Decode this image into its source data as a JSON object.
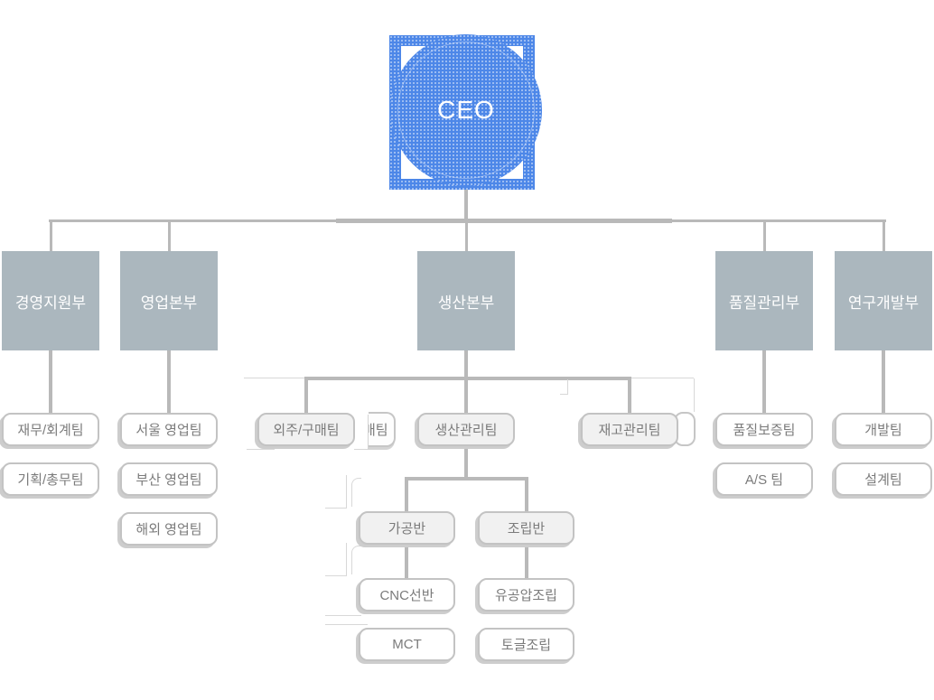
{
  "colors": {
    "accent_blue": "#4d87e8",
    "department_fill": "#abb7be",
    "connector_gray": "#b9b9b9",
    "artifact_line_gray": "#d8d8d8",
    "team_border": "#c3c3c3",
    "team_text": "#7b7b7b",
    "team_gray_fill": "#f1f1f1"
  },
  "org": {
    "root": {
      "label": "CEO"
    },
    "departments": [
      {
        "name": "management-support",
        "label": "경영지원부",
        "teams": [
          {
            "name": "finance-accounting",
            "label": "재무/회계팀"
          },
          {
            "name": "planning-general-affairs",
            "label": "기획/총무팀"
          }
        ]
      },
      {
        "name": "sales",
        "label": "영업본부",
        "teams": [
          {
            "name": "seoul-sales",
            "label": "서울 영업팀"
          },
          {
            "name": "busan-sales",
            "label": "부산 영업팀"
          },
          {
            "name": "overseas-sales",
            "label": "해외 영업팀"
          }
        ]
      },
      {
        "name": "production",
        "label": "생산본부",
        "teams": [
          {
            "name": "outsourcing-purchasing",
            "label": "외주/구매팀"
          },
          {
            "name": "production-management",
            "label": "생산관리팀"
          },
          {
            "name": "inventory-management",
            "label": "재고관리팀"
          }
        ],
        "subgroups": [
          {
            "name": "machining",
            "label": "가공반",
            "children": [
              {
                "name": "cnc-lathe",
                "label": "CNC선반"
              },
              {
                "name": "mct",
                "label": "MCT"
              }
            ]
          },
          {
            "name": "assembly",
            "label": "조립반",
            "children": [
              {
                "name": "hydraulic-pneumatic-assembly",
                "label": "유공압조립"
              },
              {
                "name": "toggle-assembly",
                "label": "토글조립"
              }
            ]
          }
        ]
      },
      {
        "name": "quality-control",
        "label": "품질관리부",
        "teams": [
          {
            "name": "quality-assurance",
            "label": "품질보증팀"
          },
          {
            "name": "as-team",
            "label": "A/S 팀"
          }
        ]
      },
      {
        "name": "rnd",
        "label": "연구개발부",
        "teams": [
          {
            "name": "development",
            "label": "개발팀"
          },
          {
            "name": "design",
            "label": "설계팀"
          }
        ]
      }
    ],
    "artifacts": {
      "clipped_team_fragment": "매팀"
    }
  }
}
